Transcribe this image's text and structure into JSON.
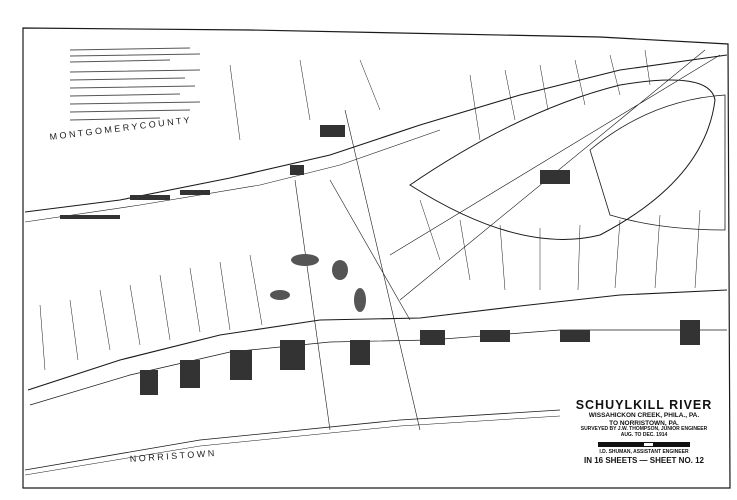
{
  "map": {
    "labels": {
      "county_north": "M O N T G O M E R Y   C O U N T Y",
      "town_south": "N O R R I S T O W N"
    },
    "title_block": {
      "title": "SCHUYLKILL RIVER",
      "subtitle_1": "WISSAHICKON CREEK, PHILA., PA.",
      "subtitle_2": "TO NORRISTOWN, PA.",
      "surveyed_by": "SURVEYED BY J.W. THOMPSON, JUNIOR ENGINEER",
      "dates": "AUG. TO DEC. 1914",
      "assistant": "I.D. SHUMAN, ASSISTANT ENGINEER",
      "sheets": "IN 16 SHEETS — SHEET NO. 12"
    },
    "colors": {
      "ink": "#1a1a1a",
      "paper": "#ffffff"
    }
  }
}
